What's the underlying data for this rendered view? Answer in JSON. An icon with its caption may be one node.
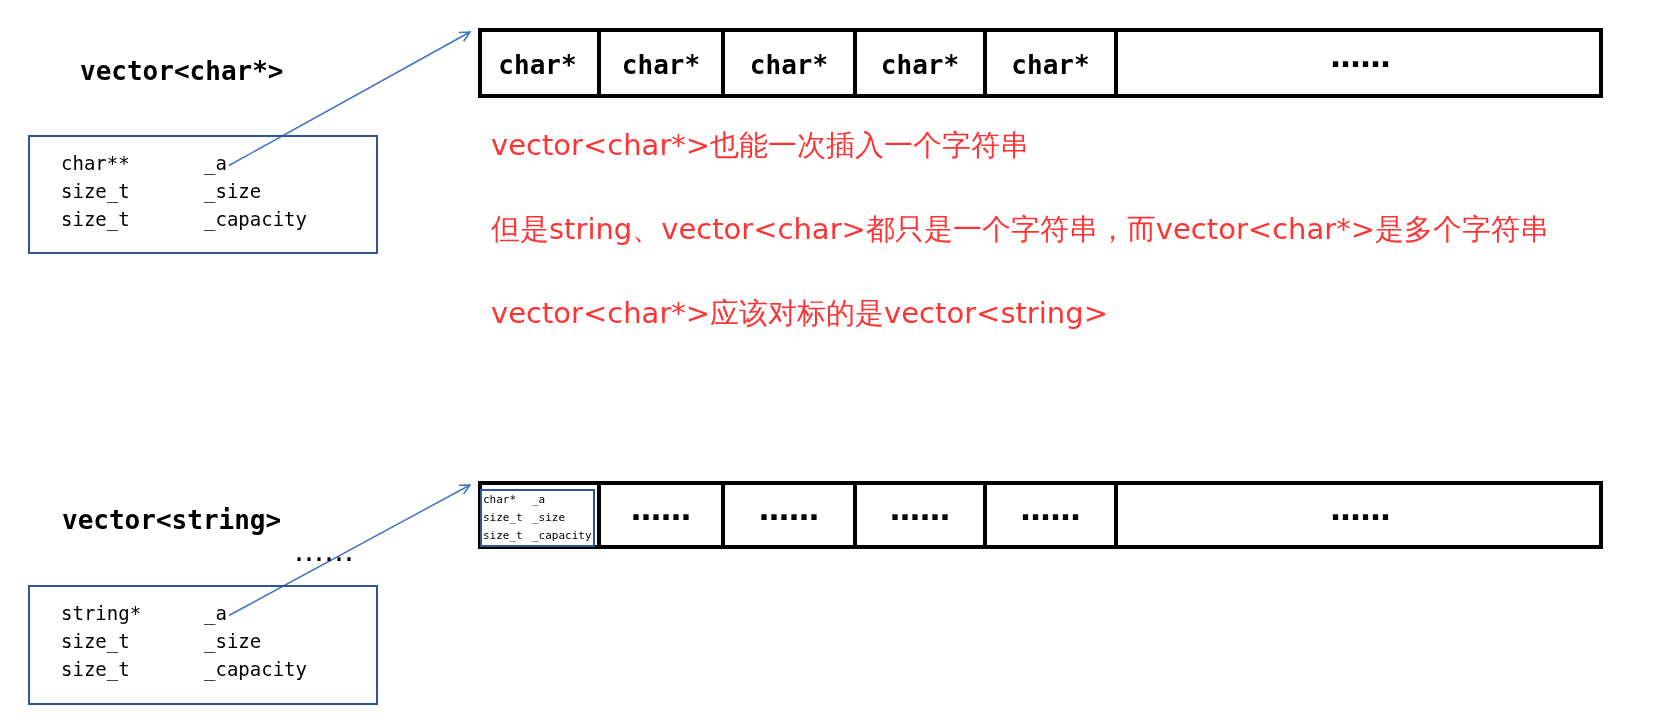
{
  "diagram": {
    "nodes": [
      {
        "text": [
          "char**",
          "_a",
          "size_t",
          "_size",
          "size_t",
          "_capacity"
        ]
      },
      {
        "text": [],
        "shape": "box"
      },
      {
        "text": [
          "char*"
        ],
        "in": 1
      },
      {
        "text": [
          "char*"
        ],
        "in": 1
      },
      {
        "text": [
          "char*"
        ],
        "in": 1
      },
      {
        "text": [
          "char*"
        ],
        "in": 1
      },
      {
        "text": [
          "char*"
        ],
        "in": 1
      },
      {
        "text": [
          "……"
        ],
        "in": 1
      },
      {
        "text": [
          "string*",
          "_a",
          "size_t",
          "_size",
          "size_t",
          "_capacity"
        ]
      },
      {
        "text": [],
        "shape": "box"
      },
      {
        "text": [],
        "shape": "box",
        "in": 9
      },
      {
        "text": [
          "char*",
          "_a",
          "size_t",
          "_size",
          "size_t",
          "_capacity"
        ],
        "in": 10
      },
      {
        "text": [
          "……"
        ],
        "in": 9
      },
      {
        "text": [
          "……"
        ],
        "in": 9
      },
      {
        "text": [
          "……"
        ],
        "in": 9
      },
      {
        "text": [
          "……"
        ],
        "in": 9
      },
      {
        "text": [
          "……"
        ],
        "in": 9
      }
    ],
    "edges": [
      {
        "from": 0,
        "to": 1,
        "arrow": "to"
      },
      {
        "from": 8,
        "to": 9,
        "arrow": "to"
      }
    ],
    "labels": [
      "vector<char*>",
      "vector<char*>也能一次插入一个字符串",
      "但是string、vector<char>都只是一个字符串，而vector<char*>是多个字符串",
      "vector<char*>应该对标的是vector<string>",
      "vector<string>",
      "……"
    ]
  }
}
